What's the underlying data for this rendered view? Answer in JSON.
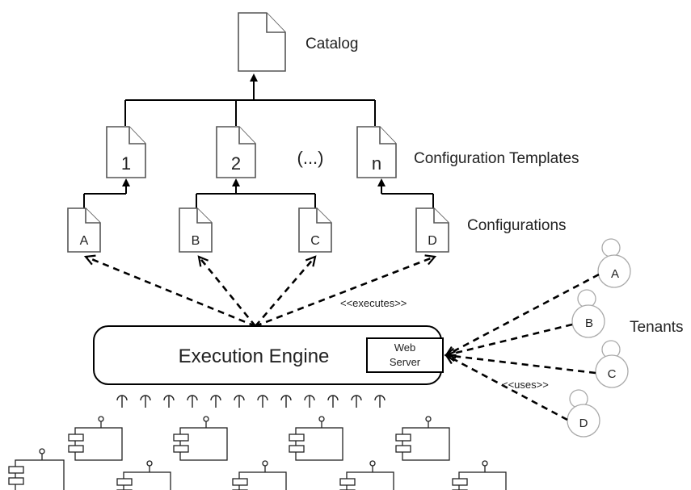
{
  "catalog": {
    "label": "Catalog"
  },
  "templates": {
    "group_label": "Configuration Templates",
    "items": [
      "1",
      "2",
      "n"
    ],
    "ellipsis": "(...)"
  },
  "configurations": {
    "group_label": "Configurations",
    "items": [
      "A",
      "B",
      "C",
      "D"
    ]
  },
  "engine": {
    "label": "Execution Engine",
    "web_server_line1": "Web",
    "web_server_line2": "Server",
    "executes_label": "<<executes>>"
  },
  "tenants": {
    "group_label": "Tenants",
    "items": [
      "A",
      "B",
      "C",
      "D"
    ],
    "uses_label": "<<uses>>"
  }
}
